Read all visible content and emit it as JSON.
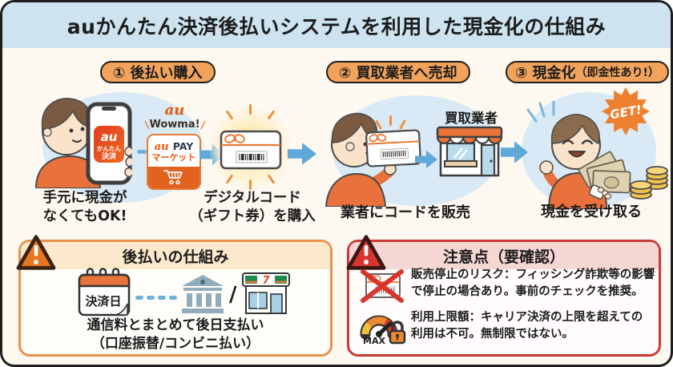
{
  "title": "auかんたん決済後払いシステムを利用した現金化の仕組み",
  "colors": {
    "au_orange": "#eb5505",
    "arrow_blue": "#5fa8d8",
    "alert_red": "#c93a36",
    "box_orange": "#e8914f",
    "pill_orange": "#f1a25b"
  },
  "steps": {
    "s1": {
      "label": "① 後払い購入",
      "person_caption": "手元に現金が\nなくてもOK!",
      "code_caption": "デジタルコード\n（ギフト券）を購入",
      "phone_app": {
        "au": "au",
        "line2": "かんたん",
        "line3": "決済"
      },
      "wowma": {
        "au": "au",
        "name": "Wowma!"
      },
      "aupay": {
        "au": "au",
        "pay": "PAY",
        "market": "マーケット"
      }
    },
    "s2": {
      "label": "② 買取業者へ売却",
      "store_label": "買取業者",
      "caption": "業者にコードを販売"
    },
    "s3": {
      "label_main": "③ 現金化",
      "label_sub": "（即金性あり!）",
      "get_badge": "GET!",
      "caption": "現金を受け取る"
    }
  },
  "deferred_box": {
    "title": "後払いの仕組み",
    "calendar_label": "決済日",
    "separator": "/",
    "store_seven": "7",
    "caption": "通信料とまとめて後日支払い\n（口座振替/コンビニ払い）"
  },
  "caution_box": {
    "title": "注意点（要確認）",
    "max_label": "MAX",
    "items": [
      {
        "icon": "banned-gift-card-icon",
        "text": "販売停止のリスク：フィッシング詐欺等の影響\nで停止の場合あり。事前のチェックを推奨。"
      },
      {
        "icon": "max-gauge-lock-icon",
        "text": "利用上限額：キャリア決済の上限を超えての\n利用は不可。無制限ではない。"
      }
    ]
  }
}
